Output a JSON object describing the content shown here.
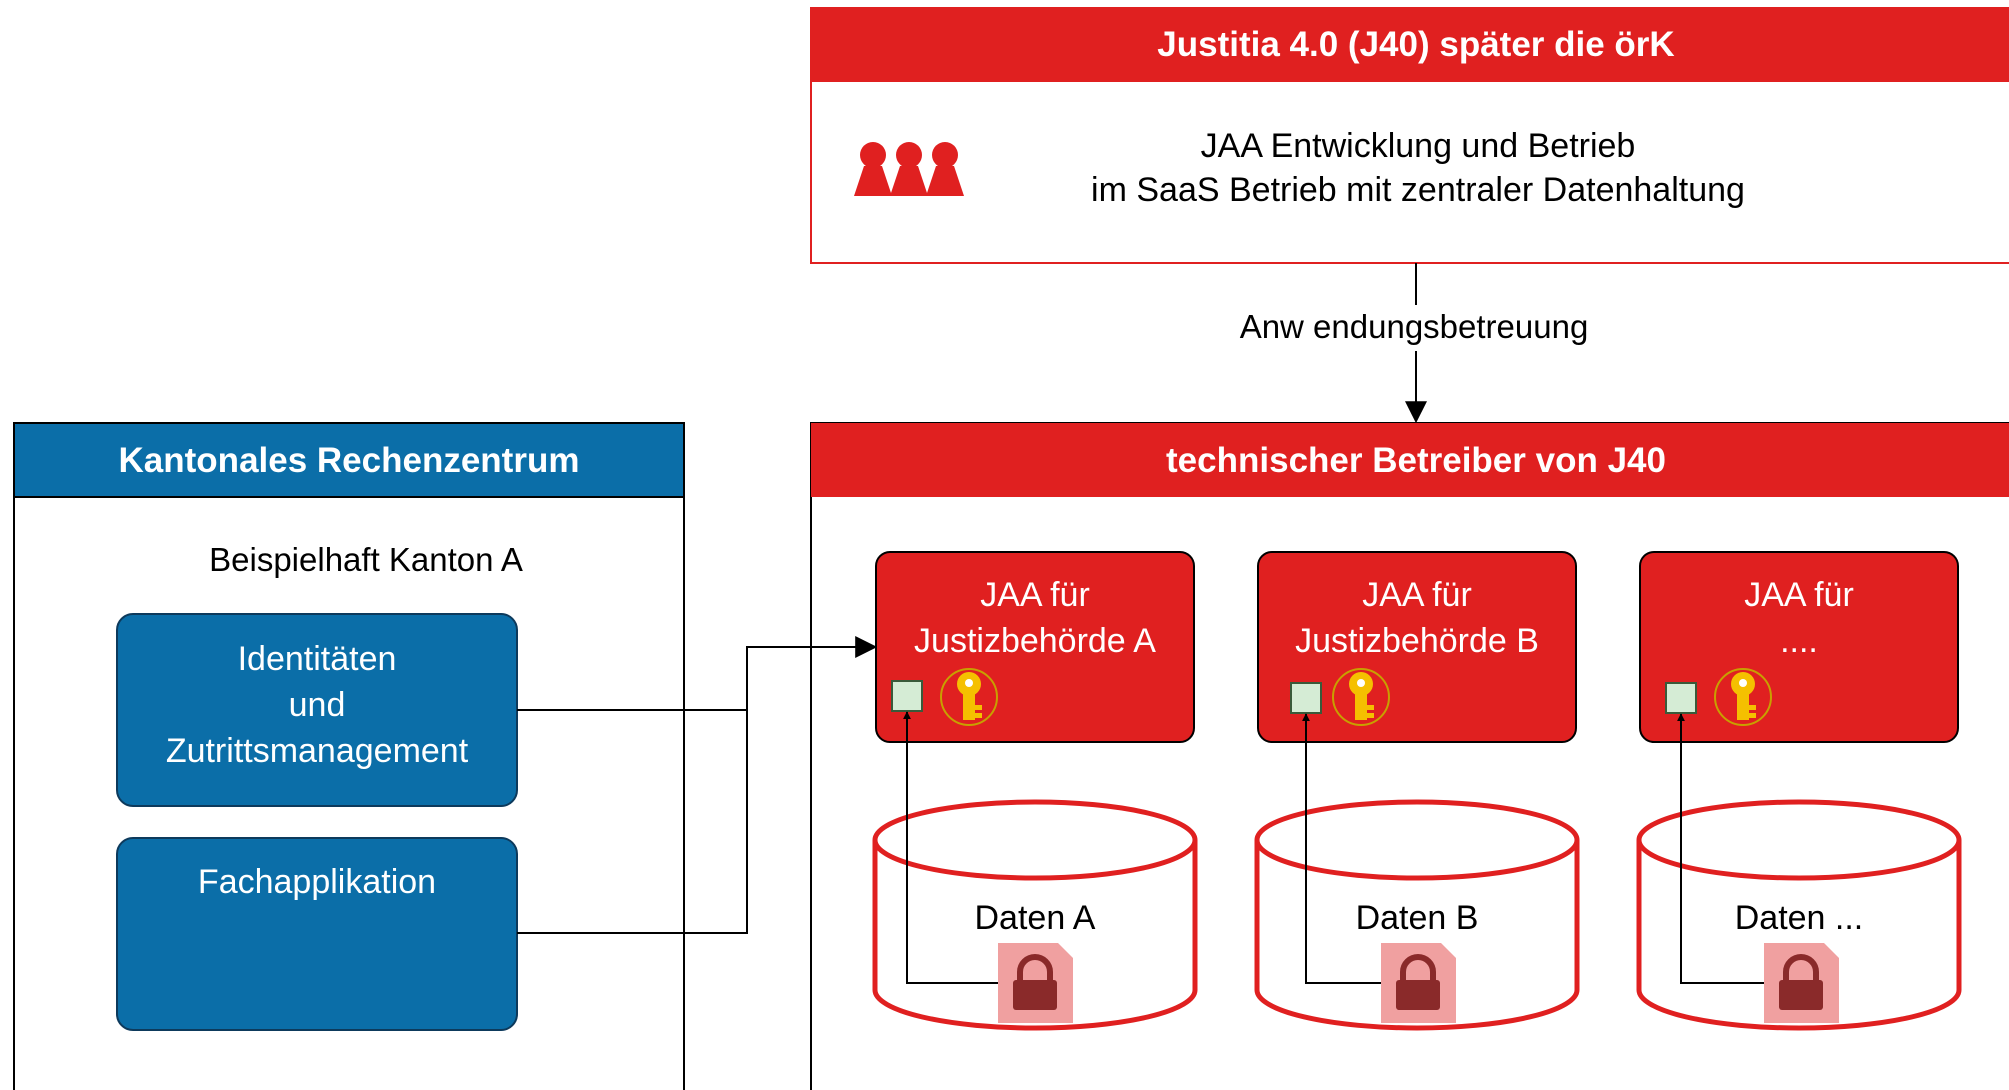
{
  "justitia": {
    "title": "Justitia 4.0 (J40) später die örK",
    "line1": "JAA Entwicklung und Betrieb",
    "line2": "im SaaS Betrieb mit zentraler Datenhaltung",
    "icon": "users-icon"
  },
  "connector_label": "Anw endungsbetreuung",
  "kantonal": {
    "title": "Kantonales Rechenzentrum",
    "subtitle": "Beispielhaft Kanton A",
    "identity_line1": "Identitäten",
    "identity_line2": "und",
    "identity_line3": "Zutrittsmanagement",
    "fachapp": "Fachapplikation"
  },
  "betreiber": {
    "title": "technischer Betreiber von J40",
    "jaa_a_line1": "JAA für",
    "jaa_a_line2": "Justizbehörde A",
    "jaa_b_line1": "JAA für",
    "jaa_b_line2": "Justizbehörde B",
    "jaa_c_line1": "JAA für",
    "jaa_c_line2": "....",
    "data_a": "Daten A",
    "data_b": "Daten B",
    "data_c": "Daten ...",
    "key_icon": "key-icon",
    "lock_icon": "lock-file-icon"
  },
  "colors": {
    "red": "#e02020",
    "blue": "#0b6ea8",
    "dark_blue": "#0d4a75",
    "key_yellow": "#f5c000",
    "lock_pink": "#f0a0a0",
    "lock_body": "#8a2a2a",
    "cert_green": "#d5ecd5"
  }
}
